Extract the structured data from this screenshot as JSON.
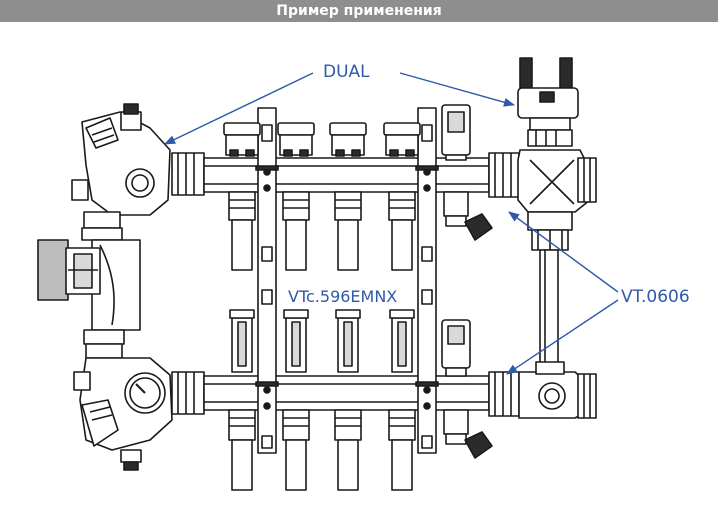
{
  "header": {
    "title": "Пример применения"
  },
  "labels": {
    "dual": "DUAL",
    "vt0606": "VT.0606",
    "manifold": "VTc.596EMNX"
  },
  "colors": {
    "header_bg": "#8e8e8e",
    "callout": "#2e5aa8",
    "line": "#1a1a1a",
    "dark": "#2b2b2b",
    "light_fill": "#ffffff",
    "shade": "#d9d9d9"
  }
}
